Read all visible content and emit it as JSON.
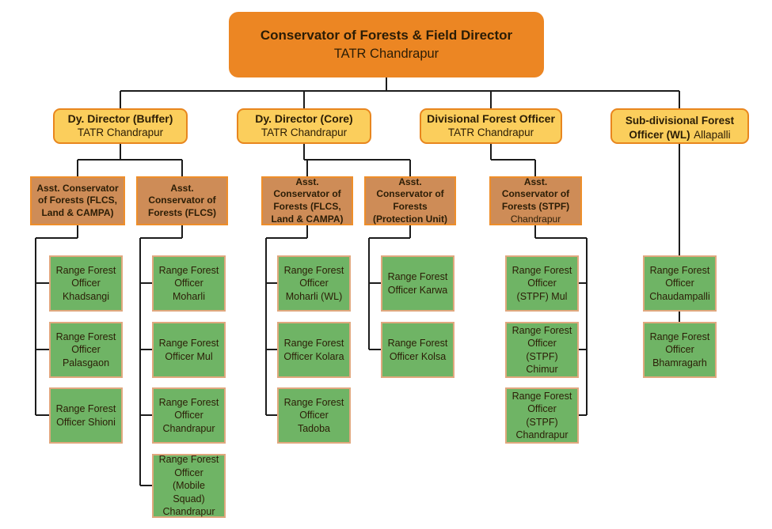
{
  "colors": {
    "root-fill": "#EC8623",
    "level2-fill": "#FBCE5C",
    "level2-border": "#E8861E",
    "level3-fill": "#CE8C57",
    "level3-border": "#EE8E2A",
    "level4-fill": "#6FB465",
    "level4-border": "#E0A87E",
    "connector": "#1C1C1C",
    "text-dark": "#2B1D06",
    "background": "#FFFFFF"
  },
  "root": {
    "title": "Conservator of Forests & Field Director",
    "subtitle": "TATR Chandrapur"
  },
  "level2": [
    {
      "title": "Dy. Director (Buffer)",
      "subtitle": "TATR Chandrapur"
    },
    {
      "title": "Dy. Director (Core)",
      "subtitle": "TATR Chandrapur"
    },
    {
      "title": "Divisional Forest Officer",
      "subtitle": "TATR Chandrapur"
    },
    {
      "title": "Sub-divisional Forest Officer (WL)",
      "subtitle": "Allapalli"
    }
  ],
  "level3": [
    {
      "title": "Asst. Conservator of Forests (FLCS, Land & CAMPA)",
      "subtitle": ""
    },
    {
      "title": "Asst. Conservator of Forests (FLCS)",
      "subtitle": ""
    },
    {
      "title": "Asst. Conservator of Forests (FLCS, Land & CAMPA)",
      "subtitle": ""
    },
    {
      "title": "Asst. Conservator of Forests (Protection Unit)",
      "subtitle": ""
    },
    {
      "title": "Asst. Conservator of Forests (STPF)",
      "subtitle": "Chandrapur"
    }
  ],
  "level4": {
    "col_a": [
      "Range Forest Officer Khadsangi",
      "Range Forest Officer Palasgaon",
      "Range Forest Officer Shioni"
    ],
    "col_b": [
      "Range Forest Officer Moharli",
      "Range Forest Officer Mul",
      "Range Forest Officer Chandrapur",
      "Range Forest Officer (Mobile Squad) Chandrapur"
    ],
    "col_c": [
      "Range Forest Officer Moharli (WL)",
      "Range Forest Officer Kolara",
      "Range Forest Officer Tadoba"
    ],
    "col_d": [
      "Range Forest Officer Karwa",
      "Range Forest Officer Kolsa"
    ],
    "col_e": [
      "Range Forest Officer (STPF) Mul",
      "Range Forest Officer (STPF) Chimur",
      "Range Forest Officer (STPF) Chandrapur"
    ],
    "col_f": [
      "Range Forest Officer Chaudampalli",
      "Range Forest Officer Bhamragarh"
    ]
  }
}
